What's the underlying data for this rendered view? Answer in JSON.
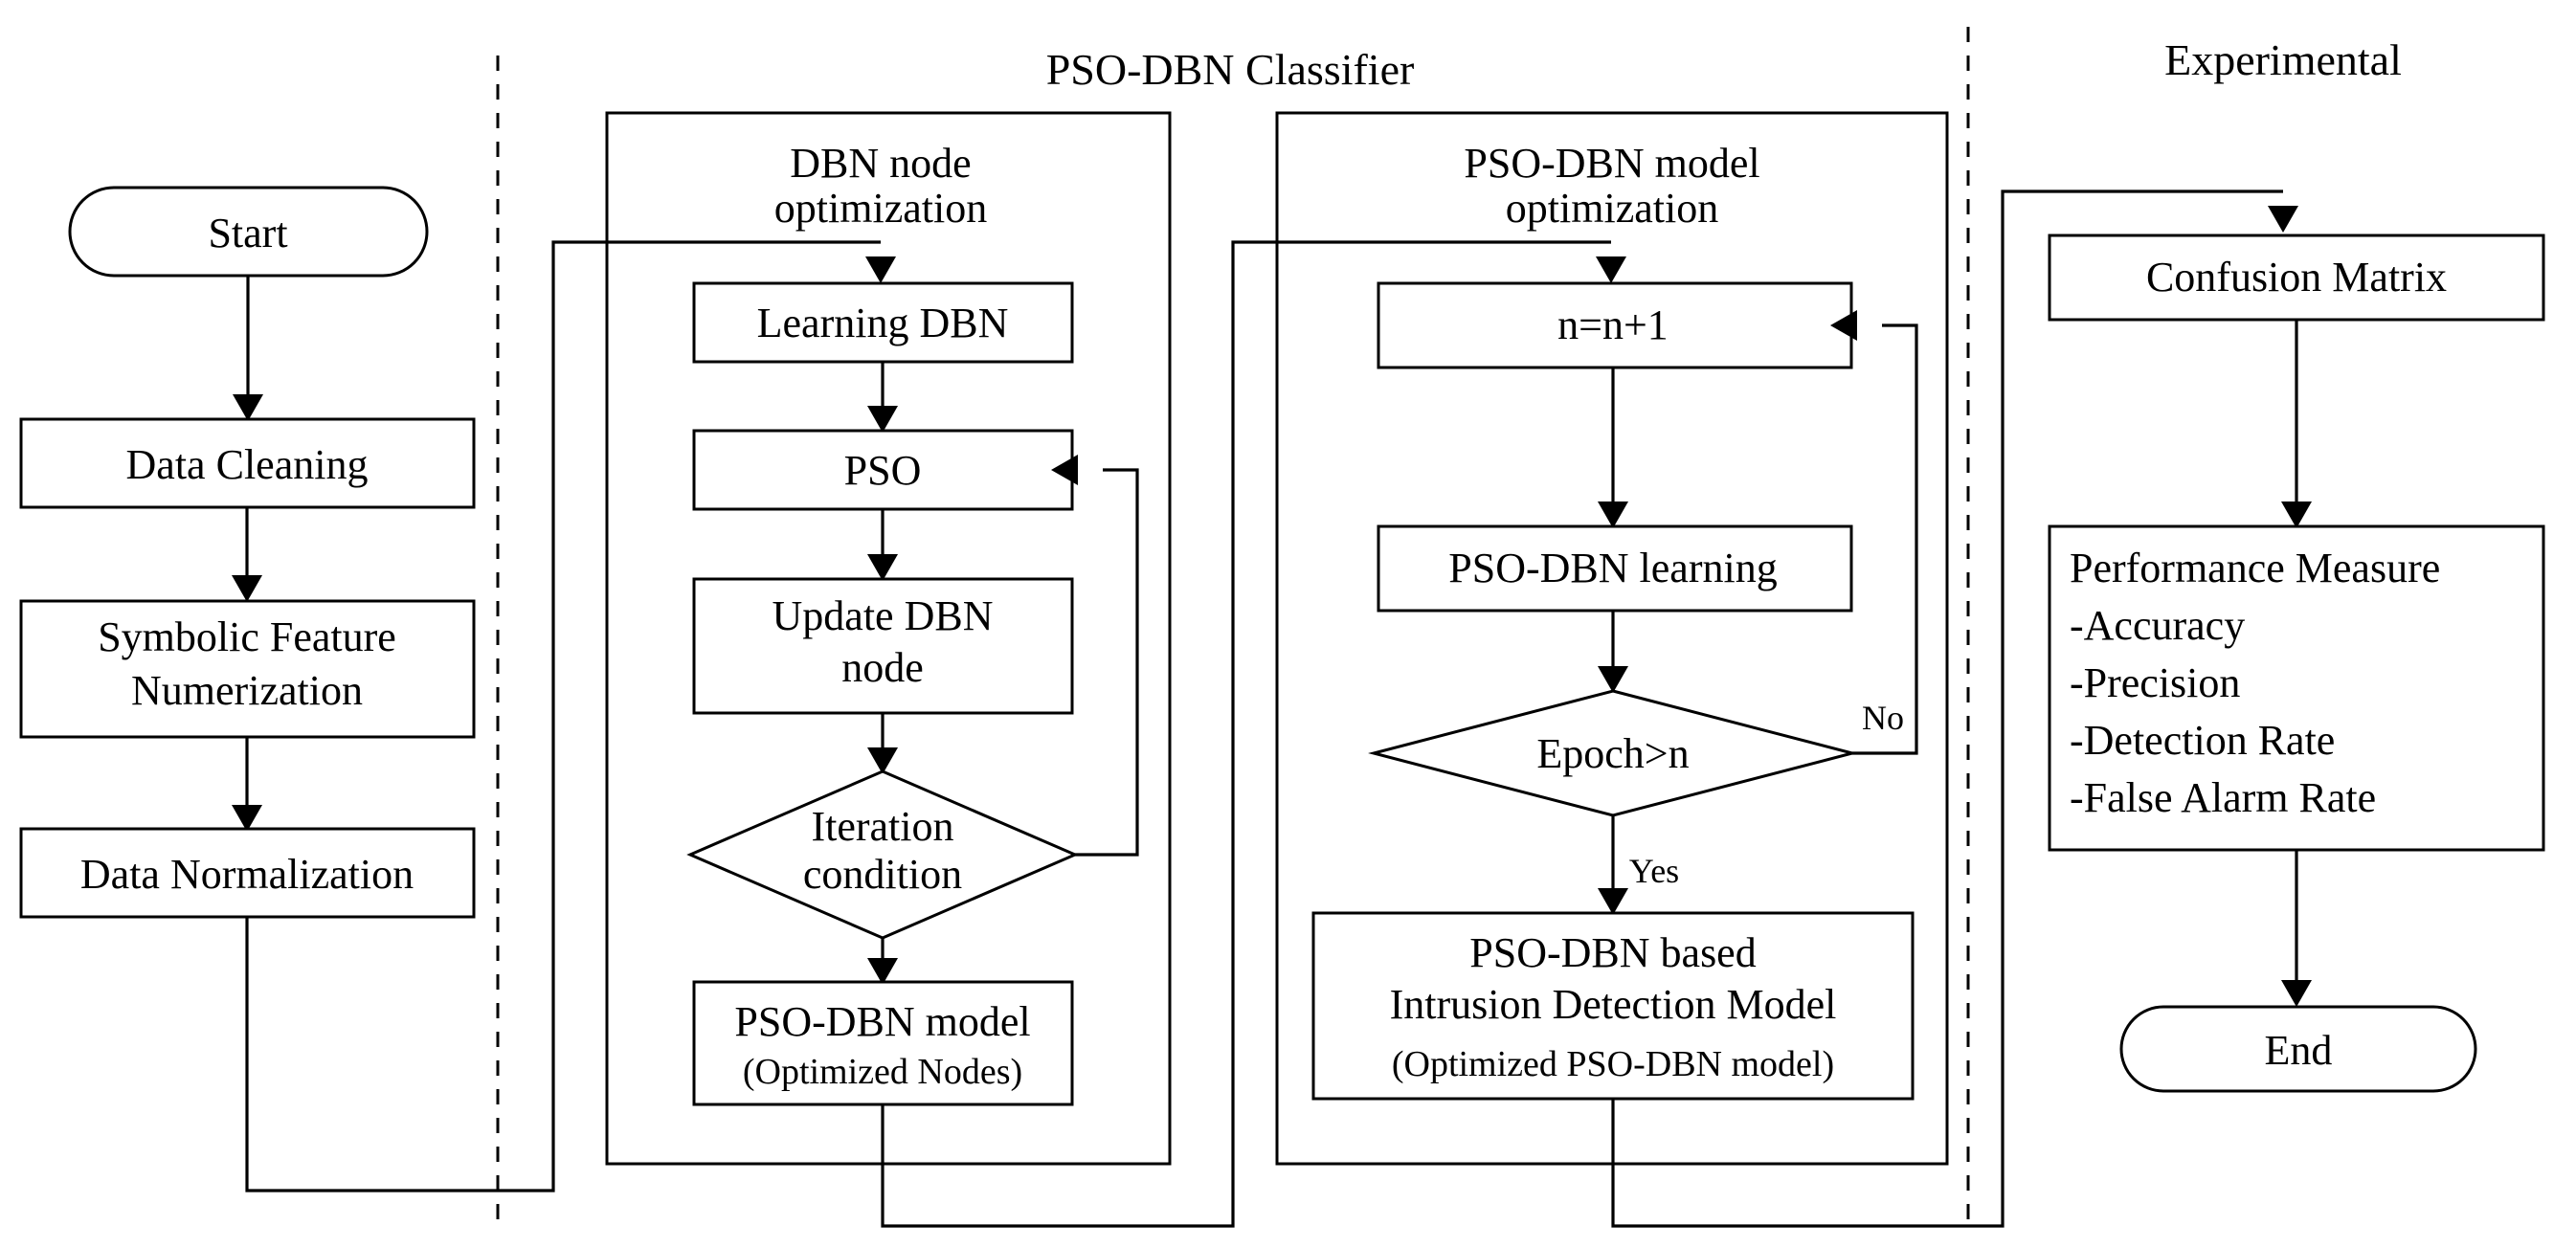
{
  "diagram": {
    "title_visible": false,
    "sections": [
      {
        "id": "classifier",
        "label": "PSO-DBN Classifier"
      },
      {
        "id": "experimental",
        "label": "Experimental"
      }
    ],
    "groups": [
      {
        "id": "dbn-node-optimization",
        "label_line1": "DBN node",
        "label_line2": "optimization"
      },
      {
        "id": "pso-dbn-model-optimization",
        "label_line1": "PSO-DBN model",
        "label_line2": "optimization"
      }
    ],
    "preprocessing": {
      "start": "Start",
      "data_cleaning": "Data Cleaning",
      "symbolic_feature_line1": "Symbolic Feature",
      "symbolic_feature_line2": "Numerization",
      "data_normalization": "Data Normalization"
    },
    "dbn_node": {
      "learning_dbn": "Learning DBN",
      "pso": "PSO",
      "update_dbn_line1": "Update DBN",
      "update_dbn_line2": "node",
      "iteration_line1": "Iteration",
      "iteration_line2": "condition",
      "model_main": "PSO-DBN model",
      "model_sub": "(Optimized Nodes)"
    },
    "pso_dbn_model": {
      "increment": "n=n+1",
      "learning": "PSO-DBN learning",
      "epoch_condition": "Epoch>n",
      "edge_no": "No",
      "edge_yes": "Yes",
      "result_line1": "PSO-DBN based",
      "result_line2": "Intrusion Detection Model",
      "result_sub": "(Optimized PSO-DBN model)"
    },
    "experimental": {
      "confusion_matrix": "Confusion Matrix",
      "performance_title": "Performance Measure",
      "performance_items": [
        "-Accuracy",
        "-Precision",
        "-Detection Rate",
        "-False Alarm Rate"
      ],
      "end": "End"
    },
    "colors": {
      "stroke": "#000000",
      "fill": "#ffffff",
      "background": "#ffffff"
    }
  }
}
